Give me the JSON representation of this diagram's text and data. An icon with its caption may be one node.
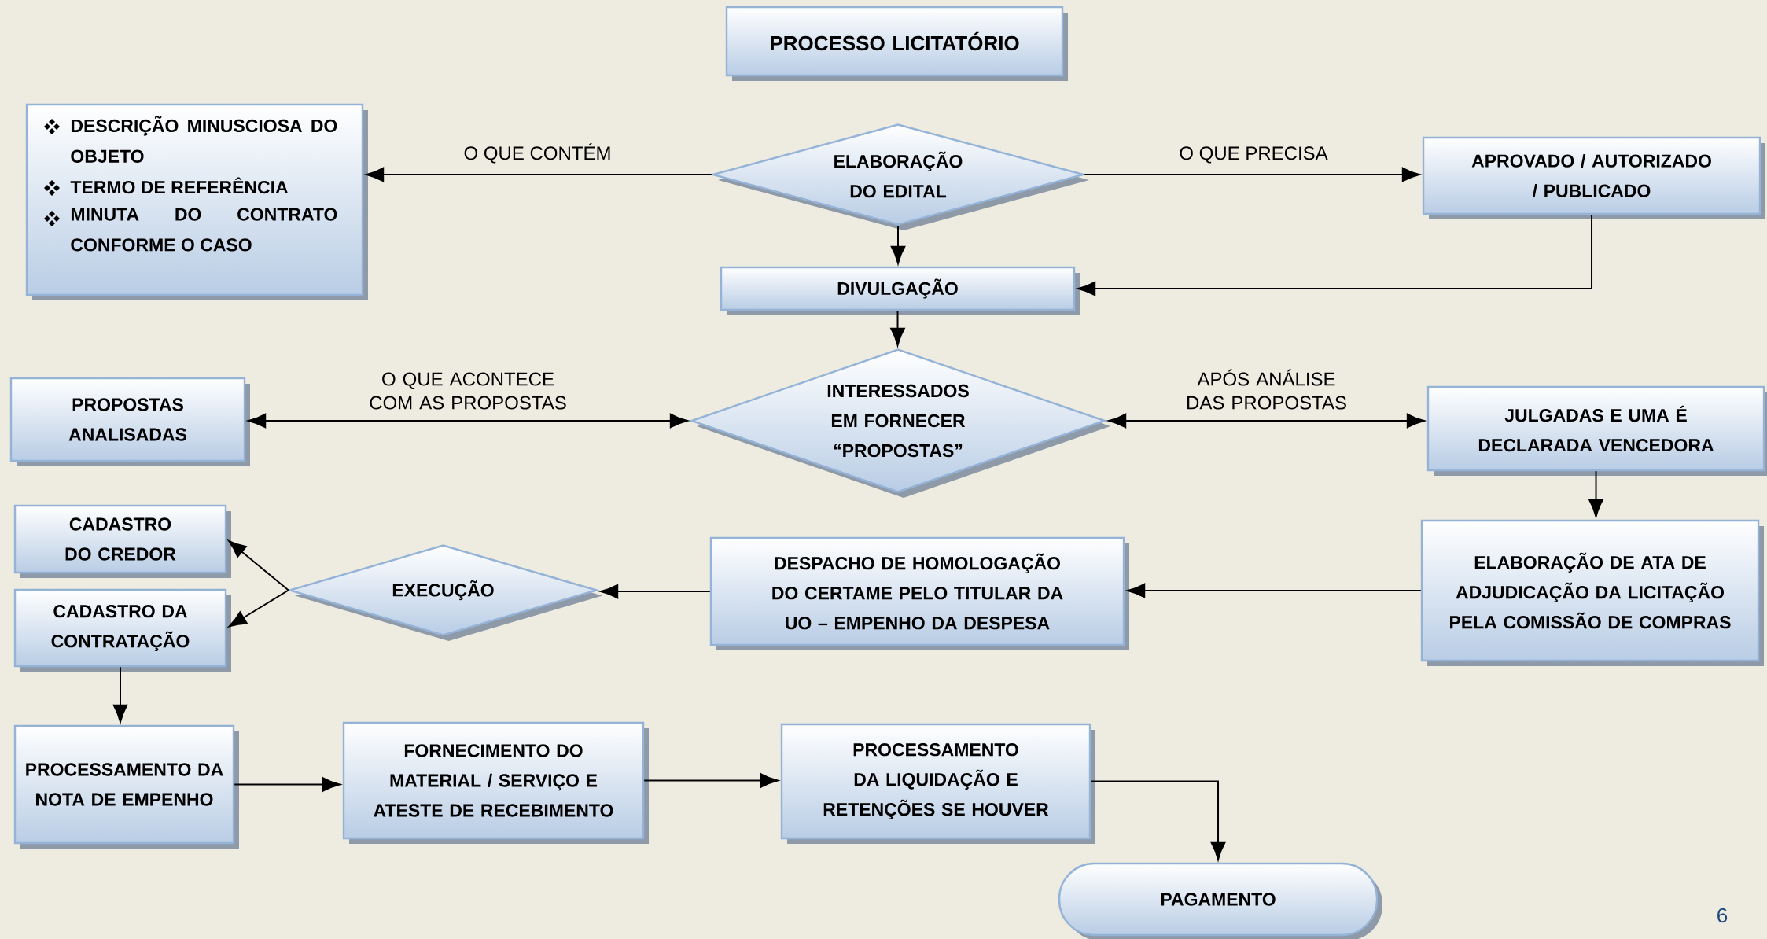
{
  "diagram": {
    "nodes": [
      {
        "text": [
          "PROCESSO LICITATÓRIO"
        ]
      },
      {
        "text": [
          "DESCRIÇÃO MINUSCIOSA DO OBJETO",
          "TERMO DE REFERÊNCIA",
          "MINUTA DO CONTRATO CONFORME O CASO"
        ]
      },
      {
        "text": [
          "ELABORAÇÃO DO EDITAL"
        ]
      },
      {
        "text": [
          "APROVADO / AUTORIZADO / PUBLICADO"
        ]
      },
      {
        "text": [
          "DIVULGAÇÃO"
        ]
      },
      {
        "text": [
          "PROPOSTAS ANALISADAS"
        ]
      },
      {
        "text": [
          "INTERESSADOS EM FORNECER “PROPOSTAS”"
        ]
      },
      {
        "text": [
          "JULGADAS E UMA É DECLARADA VENCEDORA"
        ]
      },
      {
        "text": [
          "ELABORAÇÃO DE ATA DE ADJUDICAÇÃO DA LICITAÇÃO PELA COMISSÃO DE COMPRAS"
        ]
      },
      {
        "text": [
          "DESPACHO DE HOMOLOGAÇÃO DO CERTAME PELO TITULAR DA UO – EMPENHO DA DESPESA"
        ]
      },
      {
        "text": [
          "EXECUÇÃO"
        ]
      },
      {
        "text": [
          "CADASTRO DO CREDOR"
        ]
      },
      {
        "text": [
          "CADASTRO DA CONTRATAÇÃO"
        ]
      },
      {
        "text": [
          "PROCESSAMENTO DA NOTA DE EMPENHO"
        ]
      },
      {
        "text": [
          "FORNECIMENTO DO MATERIAL / SERVIÇO E ATESTE DE RECEBIMENTO"
        ]
      },
      {
        "text": [
          "PROCESSAMENTO DA LIQUIDAÇÃO E RETENÇÕES SE HOUVER"
        ]
      },
      {
        "text": [
          "PAGAMENTO"
        ]
      }
    ],
    "edges": [
      {
        "from": 2,
        "to": 1,
        "arrow": "to",
        "label": "O QUE CONTÉM"
      },
      {
        "from": 2,
        "to": 3,
        "arrow": "to",
        "label": "O QUE PRECISA"
      },
      {
        "from": 2,
        "to": 4,
        "arrow": "to"
      },
      {
        "from": 3,
        "to": 4,
        "arrow": "to"
      },
      {
        "from": 4,
        "to": 6,
        "arrow": "to"
      },
      {
        "from": 6,
        "to": 5,
        "arrow": "both",
        "label": "O QUE ACONTECE COM AS PROPOSTAS"
      },
      {
        "from": 6,
        "to": 7,
        "arrow": "both",
        "label": "APÓS ANÁLISE DAS PROPOSTAS"
      },
      {
        "from": 7,
        "to": 8,
        "arrow": "to"
      },
      {
        "from": 8,
        "to": 9,
        "arrow": "to"
      },
      {
        "from": 9,
        "to": 10,
        "arrow": "to"
      },
      {
        "from": 10,
        "to": 11,
        "arrow": "to"
      },
      {
        "from": 10,
        "to": 12,
        "arrow": "to"
      },
      {
        "from": 12,
        "to": 13,
        "arrow": "to"
      },
      {
        "from": 13,
        "to": 14,
        "arrow": "to"
      },
      {
        "from": 14,
        "to": 15,
        "arrow": "to"
      },
      {
        "from": 15,
        "to": 16,
        "arrow": "to"
      }
    ],
    "labels": [
      "6"
    ]
  }
}
